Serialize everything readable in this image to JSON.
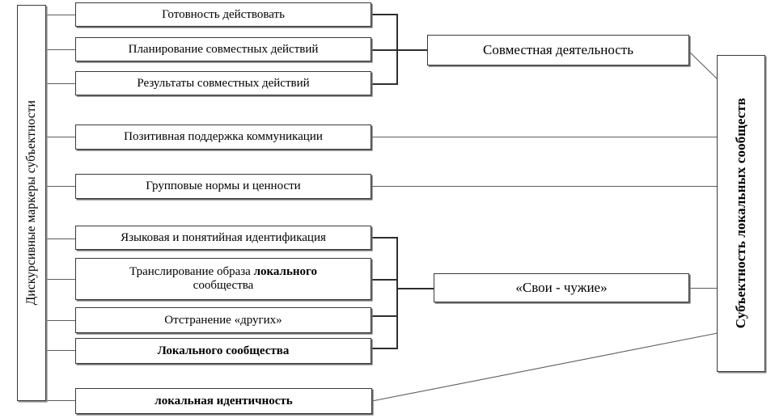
{
  "diagram": {
    "title_left_pillar": "Дискурсивные маркеры субъектности",
    "title_right_pillar": "Субъектность локальных сообществ",
    "markers": [
      {
        "id": "readiness",
        "label": "Готовность действовать"
      },
      {
        "id": "planning",
        "label": "Планирование  совместных действий"
      },
      {
        "id": "results",
        "label": "Результаты совместных действий"
      },
      {
        "id": "positive-support",
        "label": "Позитивная поддержка коммуникации"
      },
      {
        "id": "group-norms",
        "label": "Групповые нормы и ценности"
      },
      {
        "id": "language-id",
        "label": "Языковая и понятийная идентификация"
      },
      {
        "id": "image-broadcast",
        "label_plain": "Транслирование образа ",
        "label_bold": "локального",
        "label_line2": "сообщества"
      },
      {
        "id": "othering",
        "label": "Отстранение «других»"
      },
      {
        "id": "local-community",
        "label": "Локального сообщества"
      },
      {
        "id": "local-identity",
        "label": "локальная идентичность"
      }
    ],
    "aggregates": [
      {
        "id": "joint-activity",
        "label": "Совместная  деятельность"
      },
      {
        "id": "us-them",
        "label": "«Свои - чужие»"
      }
    ],
    "colors": {
      "background": "#ffffff",
      "box_border": "#3a3a3a",
      "box_shadow": "#6b6b6b",
      "connector": "#5d5d5d",
      "connector_strong": "#2e2e2e",
      "text": "#000000"
    }
  }
}
